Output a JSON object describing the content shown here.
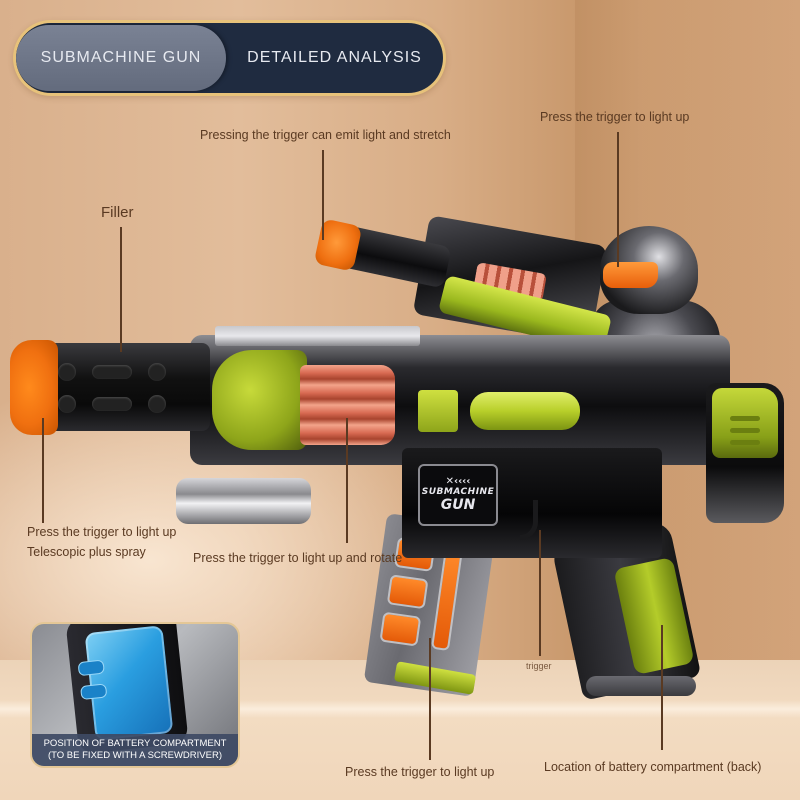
{
  "header": {
    "tab_left": "SUBMACHINE GUN",
    "tab_right": "DETAILED ANALYSIS"
  },
  "callouts": {
    "filler": "Filler",
    "scope": "Pressing the trigger can emit light and stretch",
    "soldier": "Press the trigger to light up",
    "muzzle_line1": "Press the trigger to light up",
    "muzzle_line2": "Telescopic plus spray",
    "drum": "Press the trigger to light up and rotate",
    "trigger": "trigger",
    "magazine": "Press the trigger to light up",
    "grip": "Location of battery compartment (back)"
  },
  "product_logo": {
    "mark": "✕‹‹‹‹",
    "line1": "SUBMACHINE",
    "line2": "GUN"
  },
  "inset": {
    "caption_line1": "POSITION OF BATTERY COMPARTMENT",
    "caption_line2": "(TO BE FIXED WITH A SCREWDRIVER)"
  },
  "colors": {
    "background": "#dcb38f",
    "header_border": "#e7c27a",
    "header_dark": "#1f2b40",
    "header_light": "#6e7687",
    "callout_text": "#5a3a22",
    "accent_green": "#a8c020",
    "accent_orange": "#f07010",
    "battery_blue": "#2a9ee0",
    "caption_bg": "#3e4a64"
  }
}
